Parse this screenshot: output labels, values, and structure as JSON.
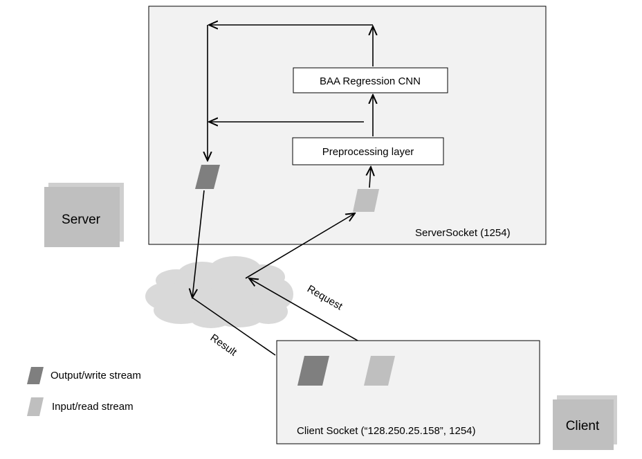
{
  "colors": {
    "server_box_fill": "#f2f2f2",
    "tag_fill": "#bfbfbf",
    "output_stream": "#7f7f7f",
    "input_stream": "#bfbfbf",
    "cloud": "#d9d9d9",
    "line": "#000000"
  },
  "server": {
    "tag_label": "Server",
    "socket_label": "ServerSocket (1254)",
    "cnn_label": "BAA Regression CNN",
    "preprocessing_label": "Preprocessing layer"
  },
  "client": {
    "tag_label": "Client",
    "socket_label": "Client Socket (“128.250.25.158”, 1254)"
  },
  "network": {
    "request_label": "Request",
    "result_label": "Result"
  },
  "legend": {
    "output_label": "Output/write stream",
    "input_label": "Input/read stream"
  }
}
